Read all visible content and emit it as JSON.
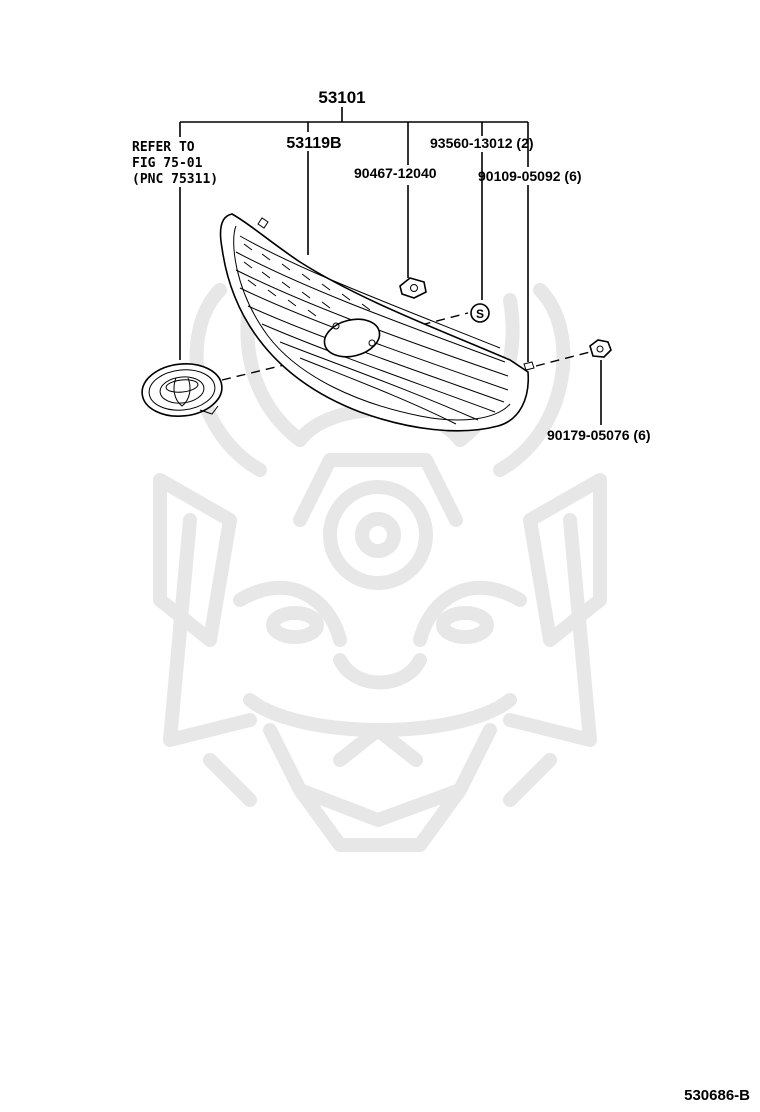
{
  "diagram": {
    "assembly_number": "53101",
    "labels": {
      "grille": "53119B",
      "refer_line1": "REFER TO",
      "refer_line2": "FIG 75-01",
      "refer_line3": "(PNC 75311)",
      "clip": "90467-12040",
      "screw": "93560-13012 (2)",
      "bolt": "90109-05092 (6)",
      "nut": "90179-05076 (6)",
      "symbol_s": "S"
    },
    "footer_code": "530686-B"
  }
}
